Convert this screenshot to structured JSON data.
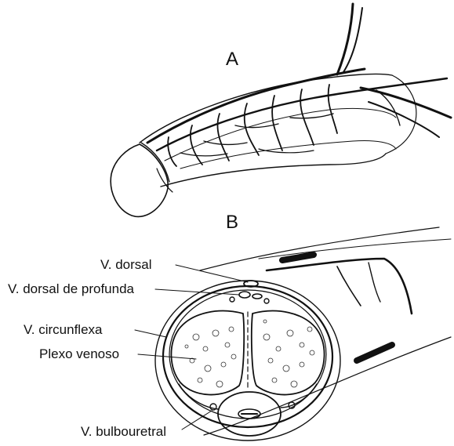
{
  "panels": {
    "a": {
      "letter": "A"
    },
    "b": {
      "letter": "B"
    }
  },
  "labels": {
    "dorsal": "V. dorsal",
    "dorsal_profunda": "V. dorsal de profunda",
    "circunflexa": "V. circunflexa",
    "plexo": "Plexo venoso",
    "bulbouretral": "V. bulbouretral"
  },
  "colors": {
    "ink": "#111111",
    "background": "#ffffff",
    "fill": "#ffffff"
  }
}
